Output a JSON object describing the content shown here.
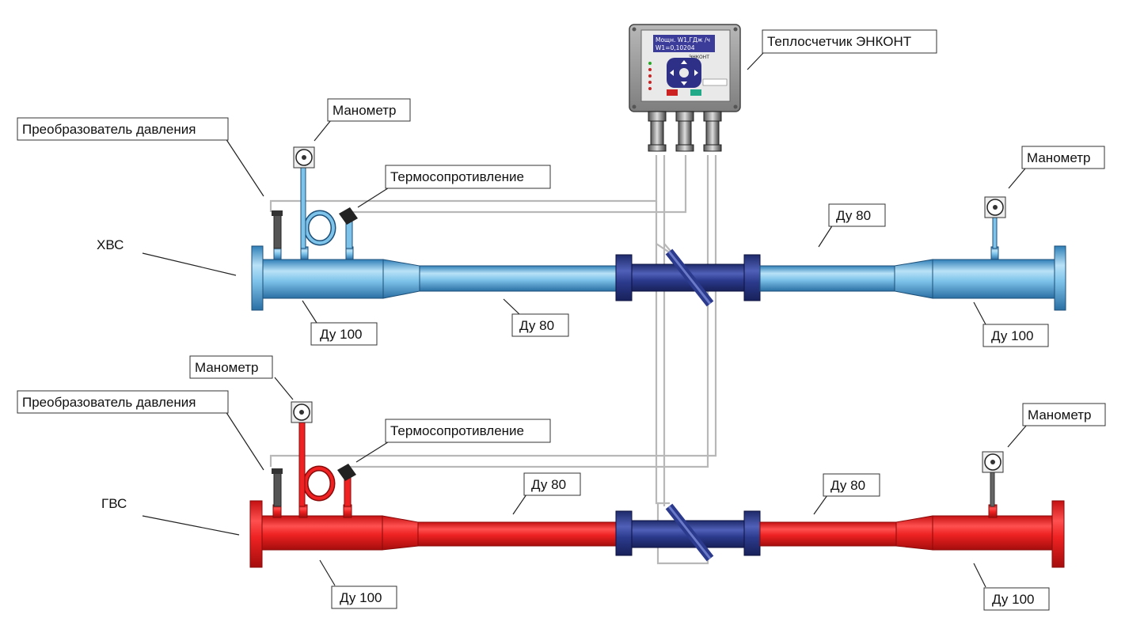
{
  "meter": {
    "label": "Теплосчетчик ЭНКОНТ",
    "display_line1": "Мощн. W1,ГДж /ч",
    "display_line2": "W1=0,10204",
    "brand": "ЭНКОНТ"
  },
  "cold_line": {
    "name": "ХВС",
    "pressure_transducer": "Преобразователь давления",
    "gauge_left": "Манометр",
    "thermo": "Термосопротивление",
    "dn_left": "Ду 100",
    "dn_mid": "Ду 80",
    "dn_right_mid": "Ду 80",
    "gauge_right": "Манометр",
    "dn_right": "Ду 100"
  },
  "hot_line": {
    "name": "ГВС",
    "pressure_transducer": "Преобразователь давления",
    "gauge_left": "Манометр",
    "thermo": "Термосопротивление",
    "dn_left": "Ду 100",
    "dn_mid": "Ду 80",
    "dn_right_mid": "Ду 80",
    "gauge_right": "Манометр",
    "dn_right": "Ду 100"
  },
  "colors": {
    "cold_pipe": "#7ec3ea",
    "hot_pipe": "#ee2222",
    "flowmeter": "#2b3a8c",
    "meter_body": "#9a9a9a"
  }
}
